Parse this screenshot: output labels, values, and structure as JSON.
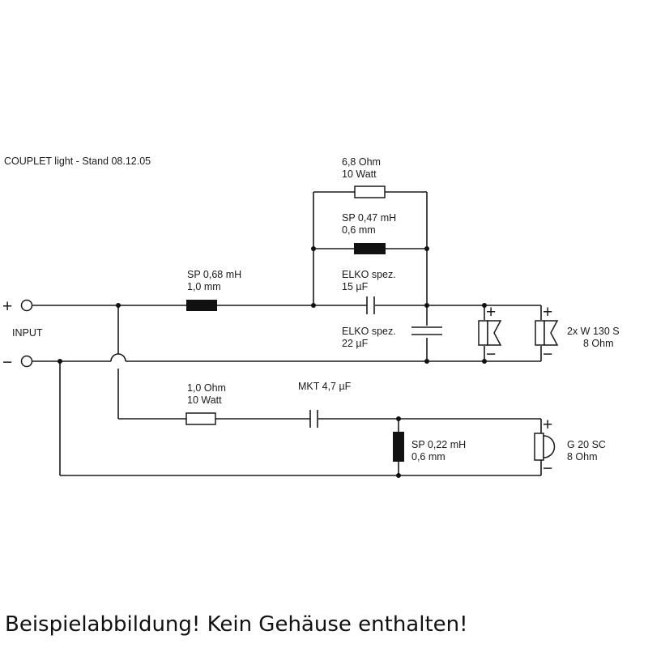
{
  "title": "COUPLET light - Stand 08.12.05",
  "input": {
    "plus": "+",
    "minus": "−",
    "label": "INPUT"
  },
  "components": {
    "r_parallel": {
      "line1": "6,8 Ohm",
      "line2": "10 Watt"
    },
    "l_parallel": {
      "line1": "SP 0,47 mH",
      "line2": "0,6 mm"
    },
    "l_series_woofer": {
      "line1": "SP 0,68 mH",
      "line2": "1,0 mm"
    },
    "c_elko_series": {
      "line1": "ELKO spez.",
      "line2": "15 µF"
    },
    "c_elko_shunt": {
      "line1": "ELKO spez.",
      "line2": "22 µF"
    },
    "woofer": {
      "line1": "2x W 130 S",
      "line2": "8 Ohm"
    },
    "r_tweeter": {
      "line1": "1,0 Ohm",
      "line2": "10 Watt"
    },
    "c_tweeter": {
      "line1": "MKT 4,7 µF"
    },
    "l_tweeter": {
      "line1": "SP 0,22 mH",
      "line2": "0,6 mm"
    },
    "tweeter": {
      "line1": "G 20 SC",
      "line2": "8 Ohm"
    }
  },
  "polarity": {
    "plus": "+",
    "minus": "−"
  },
  "caption": "Beispielabbildung! Kein Gehäuse enthalten!"
}
